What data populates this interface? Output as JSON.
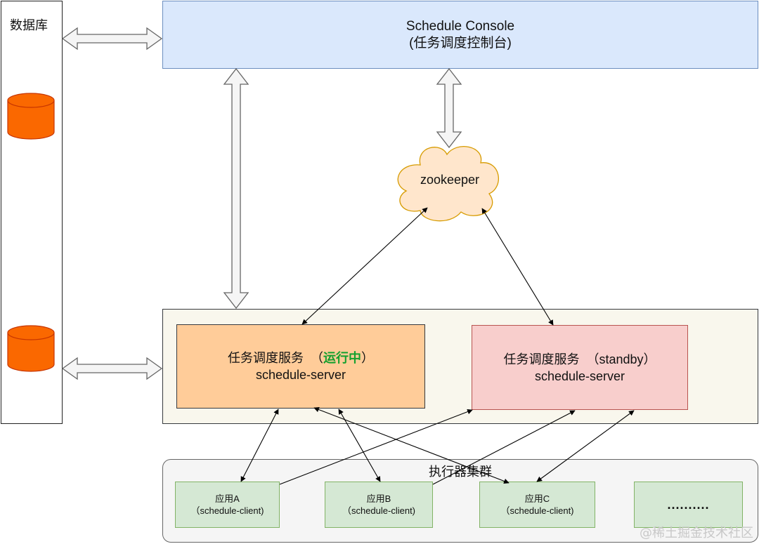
{
  "database": {
    "title": "数据库"
  },
  "console": {
    "line1": "Schedule Console",
    "line2": "(任务调度控制台)"
  },
  "zookeeper": {
    "label": "zookeeper"
  },
  "servers": {
    "active": {
      "title": "任务调度服务",
      "status": "运行中",
      "name": "schedule-server"
    },
    "standby": {
      "title": "任务调度服务",
      "status": "standby",
      "name": "schedule-server"
    }
  },
  "cluster": {
    "title": "执行器集群",
    "clients": [
      {
        "name": "应用A",
        "sub": "（schedule-client)"
      },
      {
        "name": "应用B",
        "sub": "（schedule-client)"
      },
      {
        "name": "应用C",
        "sub": "（schedule-client)"
      },
      {
        "name": "..........",
        "sub": ""
      }
    ]
  },
  "colors": {
    "console_fill": "#dae8fc",
    "server_active_fill": "#ffcc99",
    "server_standby_fill": "#f8cecc",
    "client_fill": "#d5e8d4",
    "cylinder_fill": "#fa6800",
    "cloud_fill": "#ffe6cc",
    "status_running": "#14a02e"
  },
  "watermark": "@稀土掘金技术社区"
}
